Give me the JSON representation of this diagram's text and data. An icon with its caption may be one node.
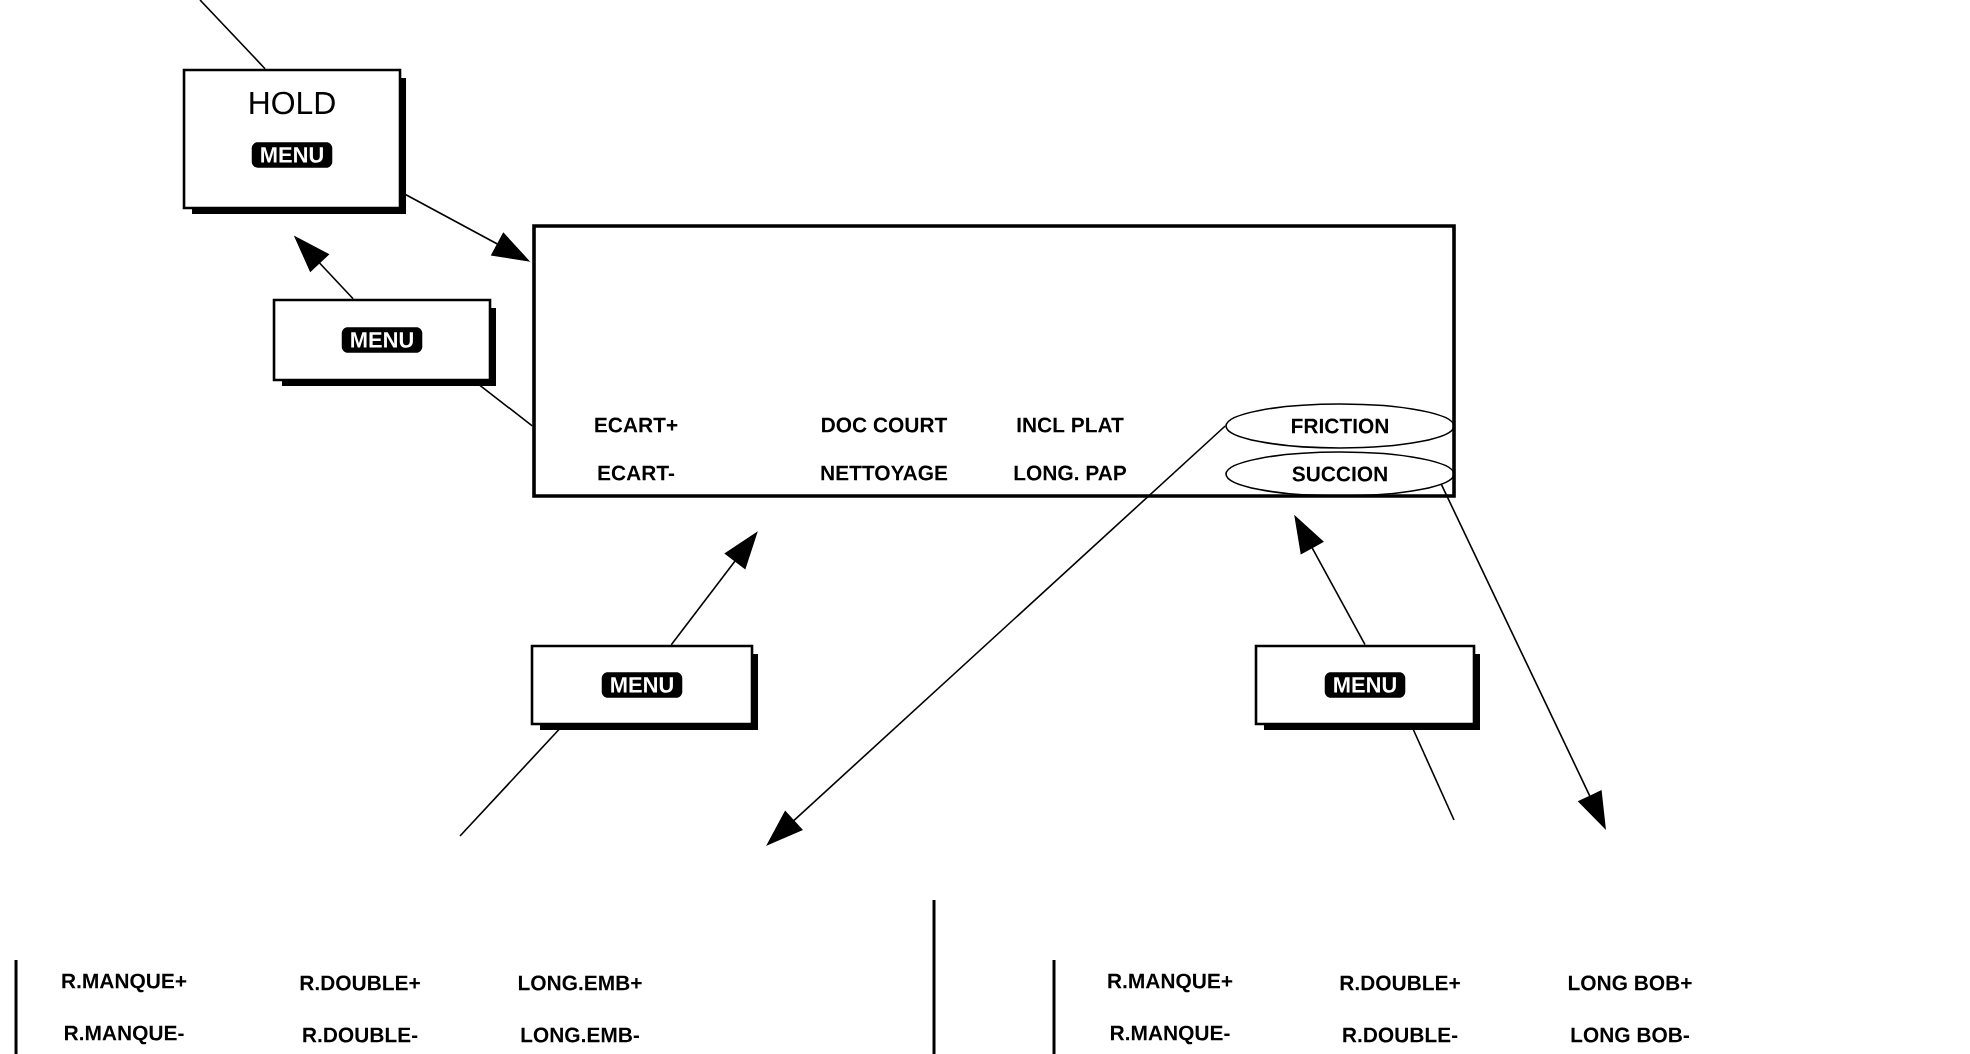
{
  "diagram": {
    "nodes": [
      {
        "text": [
          "HOLD",
          "MENU"
        ]
      },
      {
        "text": [
          "MENU"
        ]
      },
      {
        "text": [
          "ECART+",
          "DOC COURT",
          "INCL PLAT",
          "ECART-",
          "NETTOYAGE",
          "LONG. PAP"
        ]
      },
      {
        "text": [
          "FRICTION"
        ],
        "in": 2
      },
      {
        "text": [
          "SUCCION"
        ],
        "in": 2
      },
      {
        "text": [
          "MENU"
        ]
      },
      {
        "text": [
          "MENU"
        ]
      },
      {
        "text": [
          "R.MANQUE+",
          "R.DOUBLE+",
          "LONG.EMB+",
          "R.MANQUE-",
          "R.DOUBLE-",
          "LONG.EMB-"
        ]
      },
      {
        "text": [
          "R.MANQUE+",
          "R.DOUBLE+",
          "LONG BOB+",
          "R.MANQUE-",
          "R.DOUBLE-",
          "LONG BOB-"
        ]
      }
    ],
    "edges": [
      {
        "from": null,
        "to": 0,
        "arrow": "none"
      },
      {
        "from": 0,
        "to": 2,
        "arrow": "to"
      },
      {
        "from": 2,
        "to": 1,
        "arrow": "none"
      },
      {
        "from": 1,
        "to": 0,
        "arrow": "to"
      },
      {
        "from": null,
        "to": 5,
        "arrow": "none"
      },
      {
        "from": 5,
        "to": 2,
        "arrow": "to"
      },
      {
        "from": 3,
        "to": null,
        "arrow": "to"
      },
      {
        "from": null,
        "to": 6,
        "arrow": "none"
      },
      {
        "from": 6,
        "to": 4,
        "arrow": "to"
      },
      {
        "from": 4,
        "to": null,
        "arrow": "to"
      }
    ]
  }
}
